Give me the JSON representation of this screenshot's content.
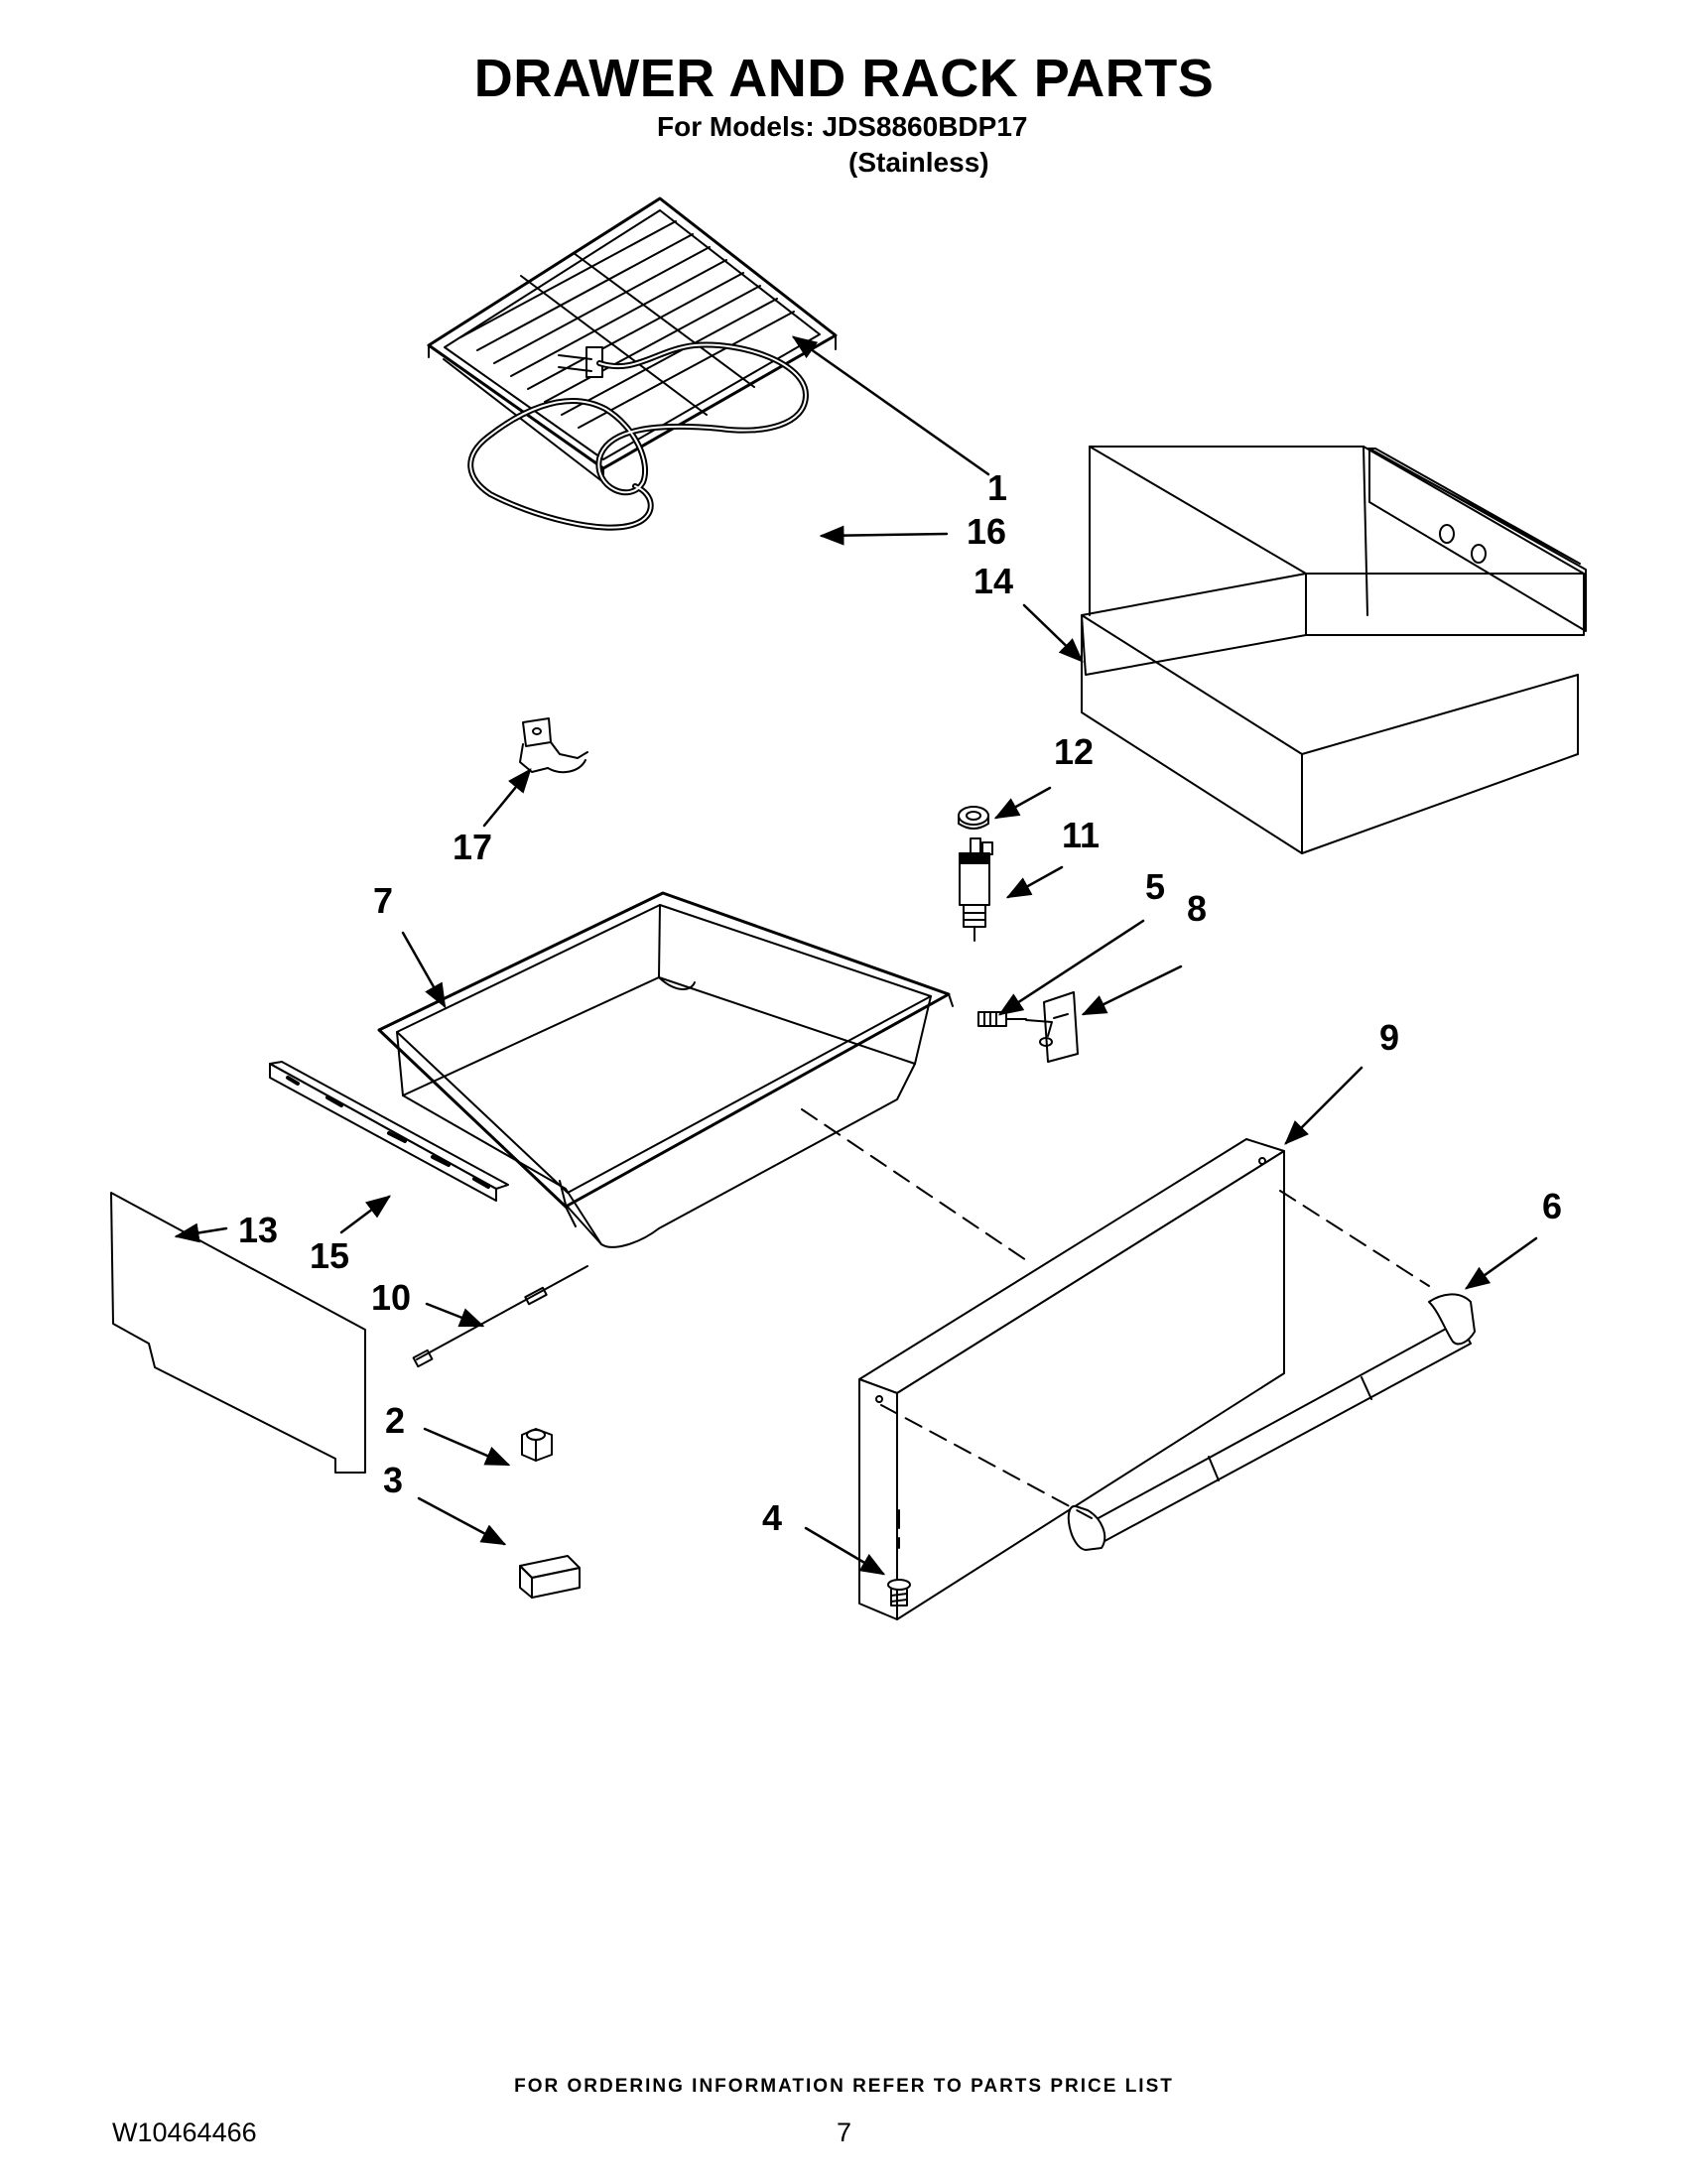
{
  "header": {
    "title": "DRAWER AND RACK PARTS",
    "models_line": "For Models: JDS8860BDP17",
    "finish_line": "(Stainless)"
  },
  "callouts": [
    "1",
    "16",
    "14",
    "12",
    "11",
    "5",
    "8",
    "17",
    "7",
    "9",
    "6",
    "13",
    "15",
    "10",
    "2",
    "3",
    "4"
  ],
  "footer": {
    "ordering_note": "FOR ORDERING INFORMATION REFER TO PARTS PRICE LIST",
    "doc_number": "W10464466",
    "page_number": "7"
  }
}
